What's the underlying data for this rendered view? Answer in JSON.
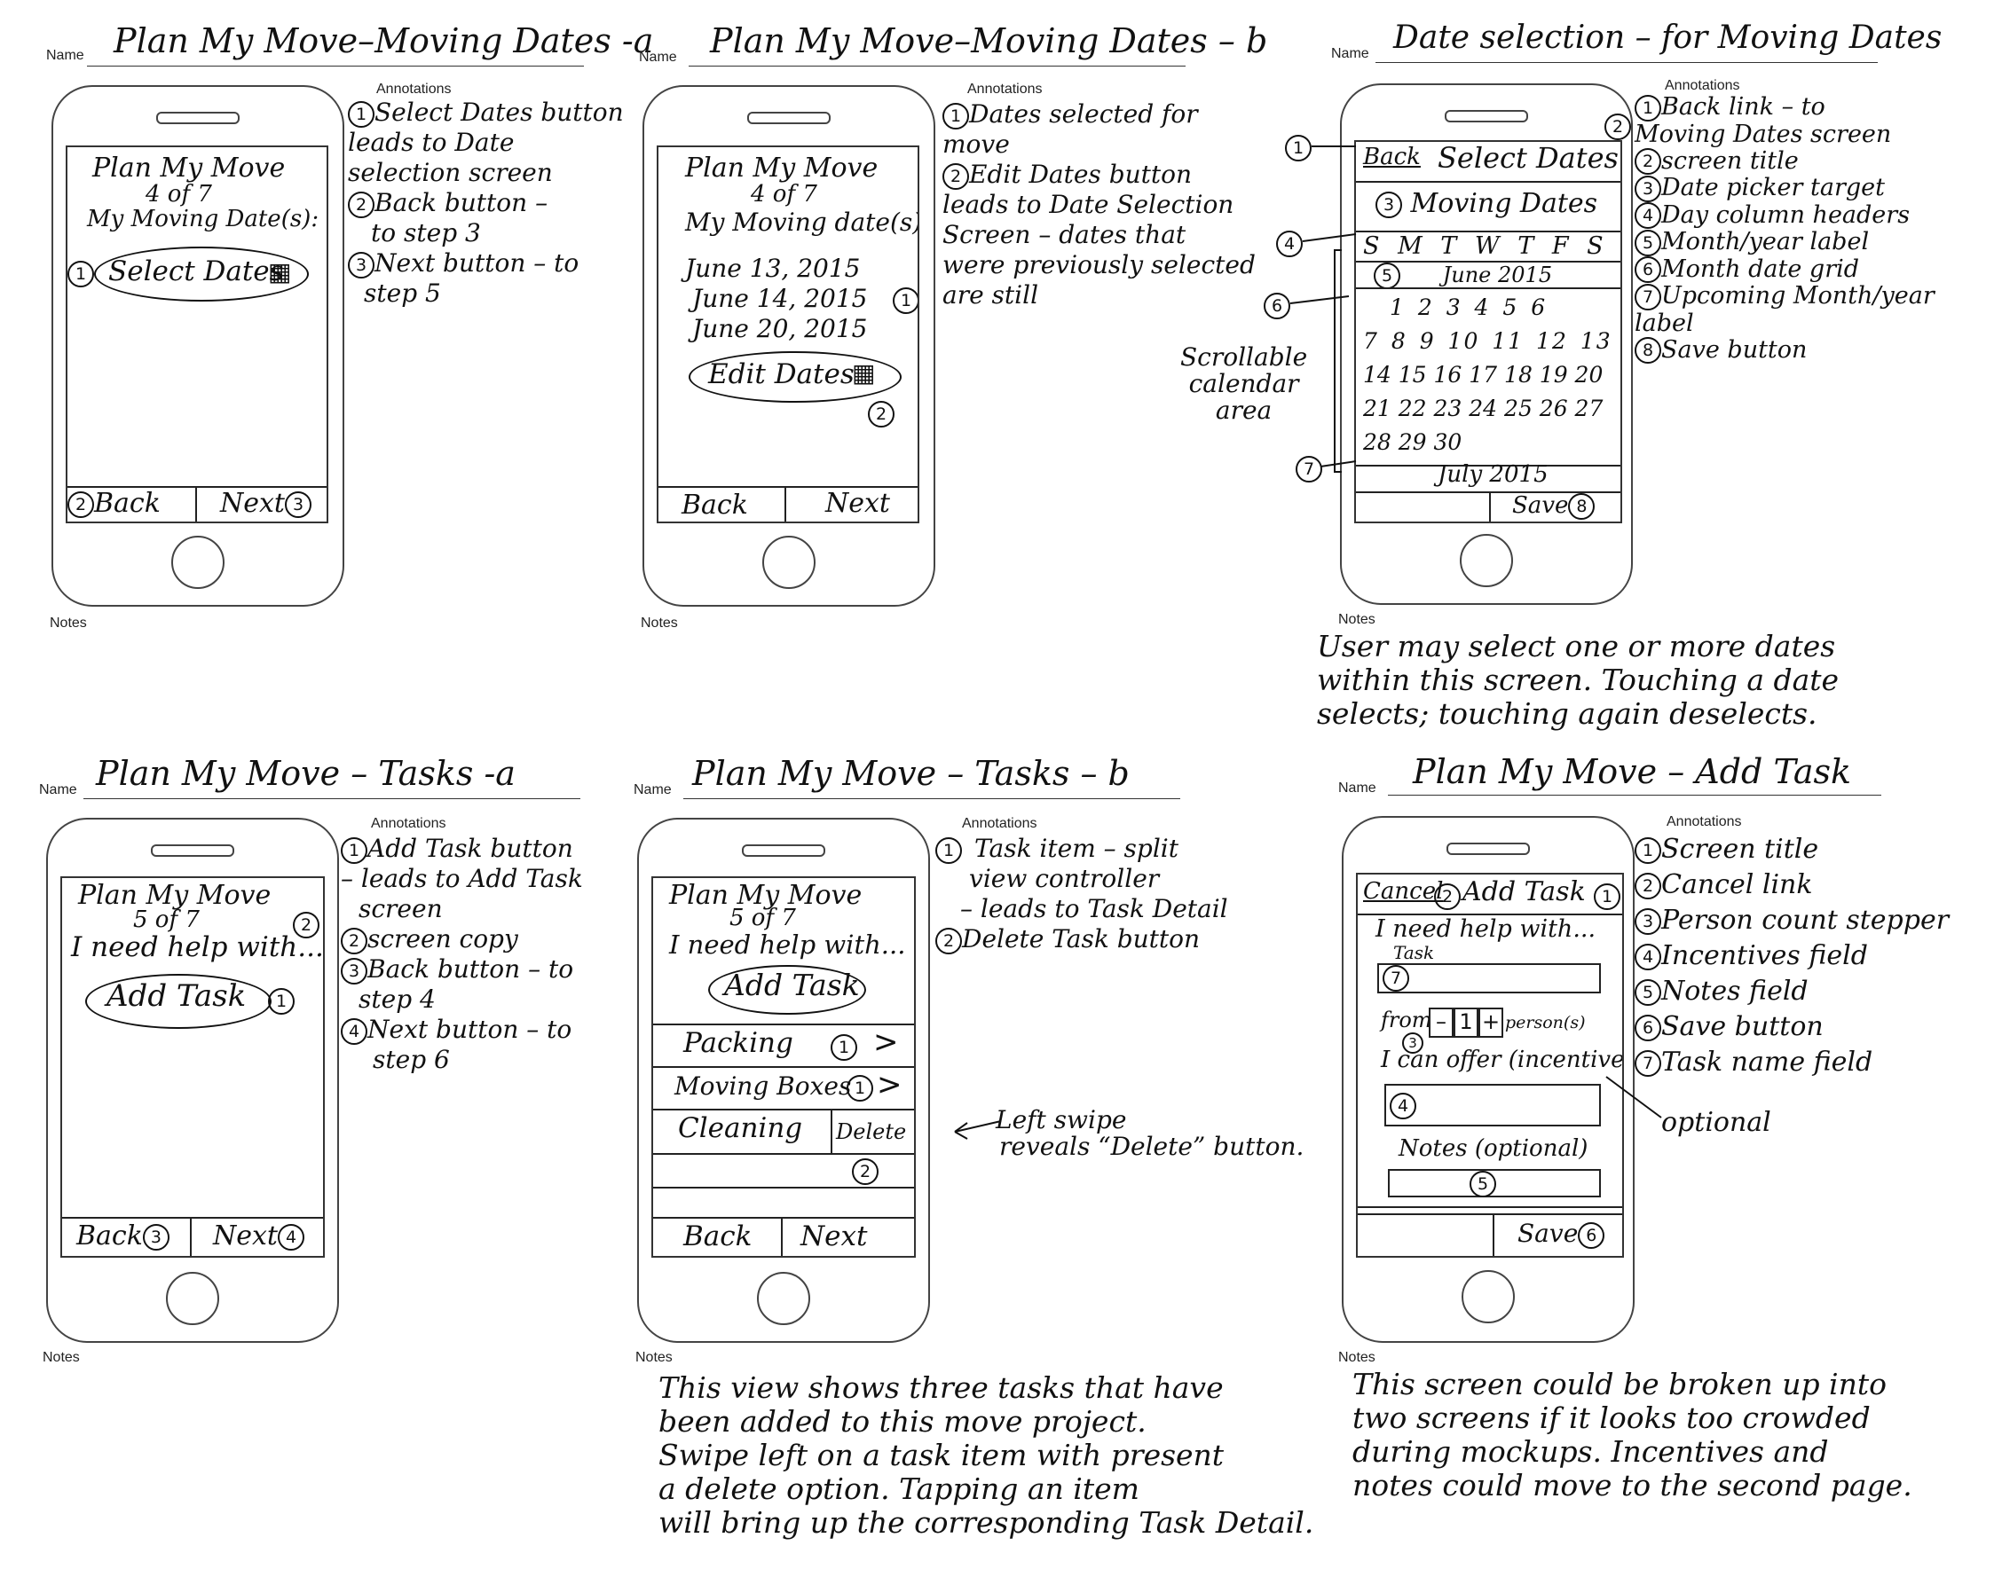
{
  "labels": {
    "name": "Name",
    "annotations": "Annotations",
    "notes": "Notes"
  },
  "s1": {
    "title": "Plan My Move–Moving Dates -a",
    "screen_title": "Plan My Move",
    "step": "4 of 7",
    "subtitle": "My Moving Date(s):",
    "select_btn": "Select Dates",
    "back": "Back",
    "next": "Next",
    "ann": [
      "Select Dates button",
      "leads to Date",
      "selection screen",
      "Back button –",
      "to step 3",
      "Next button – to",
      "step 5"
    ]
  },
  "s2": {
    "title": "Plan My Move–Moving Dates – b",
    "screen_title": "Plan My Move",
    "step": "4 of 7",
    "subtitle": "My Moving date(s):",
    "dates": [
      "June 13, 2015",
      "June 14, 2015",
      "June 20, 2015"
    ],
    "edit_btn": "Edit Dates",
    "back": "Back",
    "next": "Next",
    "ann": [
      "Dates selected for",
      "move",
      "Edit Dates button",
      "leads to Date Selection",
      "Screen – dates that",
      "were previously selected",
      "are still"
    ]
  },
  "s3": {
    "title": "Date selection – for Moving Dates",
    "back": "Back",
    "screen_title": "Select Dates",
    "target": "Moving Dates",
    "days": "S M T W T F S",
    "month": "June 2015",
    "rows": [
      " 1  2  3  4  5  6",
      "7 8 9 10 11 12 13",
      "14 15 16 17 18 19 20",
      "21 22 23 24 25 26 27",
      "28 29 30"
    ],
    "next_month": "July 2015",
    "save": "Save",
    "scroll_label": [
      "Scrollable",
      "calendar",
      "area"
    ],
    "ann": [
      "Back link – to",
      "Moving Dates screen",
      "screen title",
      "Date picker target",
      "Day column headers",
      "Month/year label",
      "Month date grid",
      "Upcoming Month/year",
      "label",
      "Save button"
    ],
    "notes": [
      "User may select one or more dates",
      "within this screen. Touching a date",
      "selects; touching again deselects."
    ]
  },
  "s4": {
    "title": "Plan My Move – Tasks -a",
    "screen_title": "Plan My Move",
    "step": "5 of 7",
    "copy": "I need help with...",
    "add_btn": "Add Task",
    "back": "Back",
    "next": "Next",
    "ann": [
      "Add Task button",
      "– leads to Add Task",
      "screen",
      "screen copy",
      "Back button – to",
      "step 4",
      "Next button – to",
      "step 6"
    ]
  },
  "s5": {
    "title": "Plan My Move – Tasks – b",
    "screen_title": "Plan My Move",
    "step": "5 of 7",
    "copy": "I need help with...",
    "add_btn": "Add Task",
    "tasks": [
      "Packing",
      "Moving Boxes",
      "Cleaning"
    ],
    "delete": "Delete",
    "back": "Back",
    "next": "Next",
    "swipe_label": [
      "Left swipe",
      "reveals “Delete” button."
    ],
    "ann": [
      "Task item – split",
      "view controller",
      "– leads to Task Detail",
      "Delete Task button"
    ],
    "notes": [
      "This view shows three tasks that have",
      "been added to this move project.",
      "Swipe left on a task item with present",
      "a delete option.   Tapping an item",
      "will bring up the corresponding Task Detail."
    ]
  },
  "s6": {
    "title": "Plan My Move – Add Task",
    "cancel": "Cancel",
    "screen_title": "Add Task",
    "copy": "I need help with...",
    "task_label": "Task",
    "from": "from",
    "minus": "–",
    "count": "1",
    "plus": "+",
    "persons": "person(s)",
    "offer": "I can offer (incentive)",
    "notes_label": "Notes (optional)",
    "save": "Save",
    "optional": "optional",
    "ann": [
      "Screen title",
      "Cancel link",
      "Person count stepper",
      "Incentives field",
      "Notes field",
      "Save button",
      "Task name field"
    ],
    "notes": [
      "This screen could be broken up into",
      "two screens if it looks too crowded",
      "during mockups. Incentives and",
      "notes could move to the second page."
    ]
  }
}
